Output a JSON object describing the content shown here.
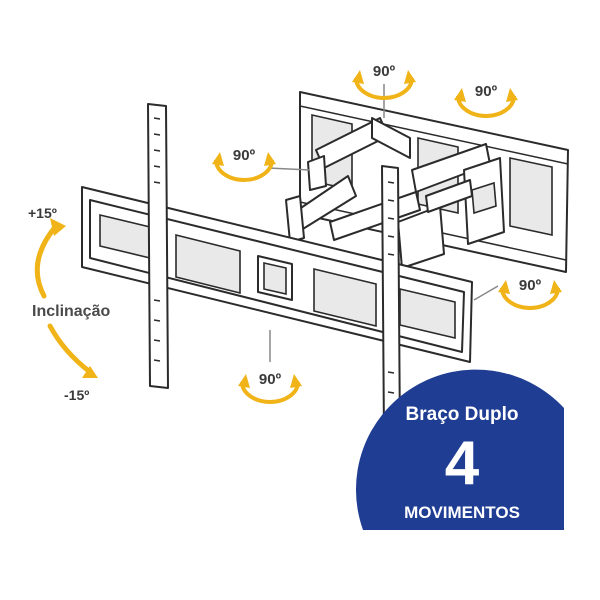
{
  "colors": {
    "accent": "#F0B418",
    "badge": "#1F3D93",
    "line": "#2b2b2b"
  },
  "rotations": {
    "top_center": "90º",
    "top_right": "90º",
    "left_arm": "90º",
    "right_plate": "90º",
    "bottom_center": "90º"
  },
  "tilt": {
    "label": "Inclinação",
    "up": "+15º",
    "down": "-15º"
  },
  "badge": {
    "line1": "Braço Duplo",
    "number": "4",
    "line2": "MOVIMENTOS"
  }
}
